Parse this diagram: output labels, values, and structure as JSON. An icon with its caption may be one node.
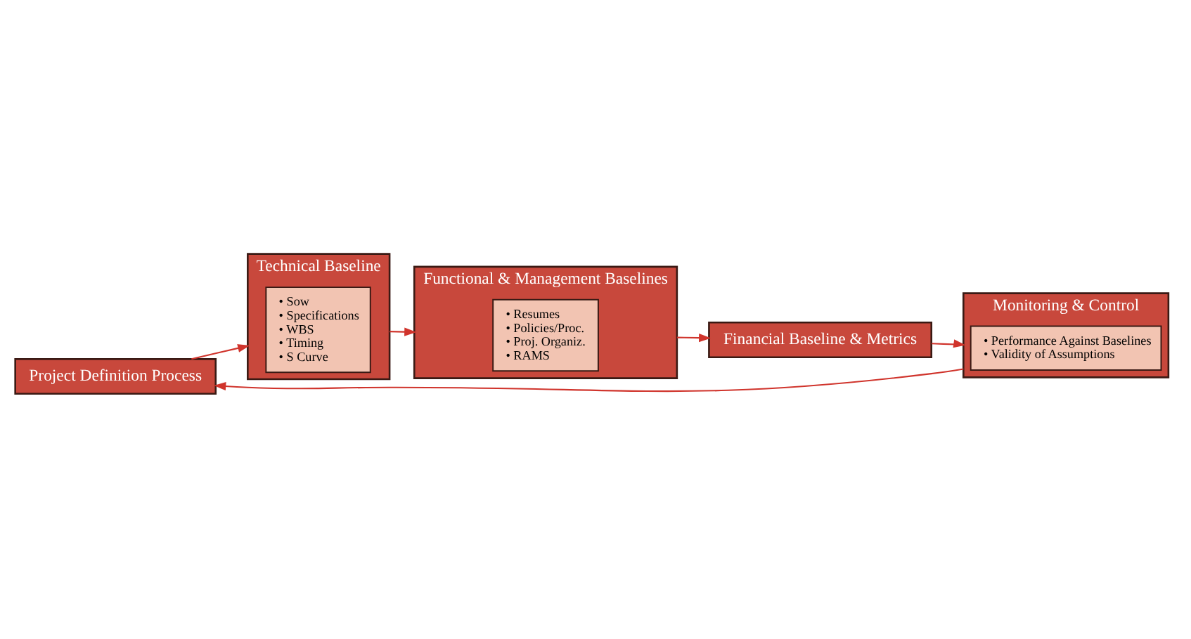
{
  "diagram": {
    "nodes": [
      {
        "text": [
          "Project Definition Process"
        ]
      },
      {
        "text": [
          "Technical Baseline"
        ]
      },
      {
        "text": [
          "• Sow",
          "• Specifications",
          "• WBS",
          "• Timing",
          "• S Curve"
        ],
        "in": 1
      },
      {
        "text": [
          "Functional & Management Baselines"
        ]
      },
      {
        "text": [
          "• Resumes",
          "• Policies/Proc.",
          "• Proj. Organiz.",
          "• RAMS"
        ],
        "in": 3
      },
      {
        "text": [
          "Financial Baseline & Metrics"
        ]
      },
      {
        "text": [
          "Monitoring & Control"
        ]
      },
      {
        "text": [
          "• Performance Against Baselines",
          "• Validity of Assumptions"
        ],
        "in": 6
      }
    ],
    "edges": [
      {
        "from": 0,
        "to": 1,
        "arrow": "to"
      },
      {
        "from": 1,
        "to": 3,
        "arrow": "to"
      },
      {
        "from": 3,
        "to": 5,
        "arrow": "to"
      },
      {
        "from": 5,
        "to": 6,
        "arrow": "to"
      },
      {
        "from": 6,
        "to": 0,
        "arrow": "to"
      }
    ]
  }
}
